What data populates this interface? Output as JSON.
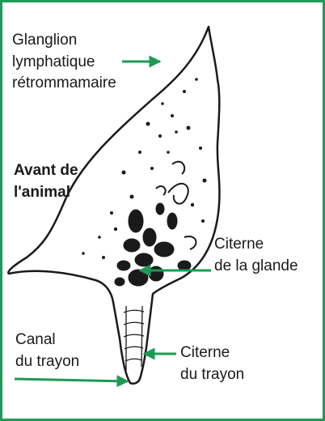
{
  "labels": {
    "ganglion": [
      "Glanglion",
      "lymphatique",
      "rétrommamaire"
    ],
    "front": [
      "Avant de",
      "l'animal"
    ],
    "gland_cistern": [
      "Citerne",
      "de la glande"
    ],
    "teat_canal": [
      "Canal",
      "du trayon"
    ],
    "teat_cistern": [
      "Citerne",
      "du trayon"
    ]
  },
  "colors": {
    "border": "#1e9a56",
    "arrow": "#1e9a56",
    "ink": "#1a1a1a"
  }
}
